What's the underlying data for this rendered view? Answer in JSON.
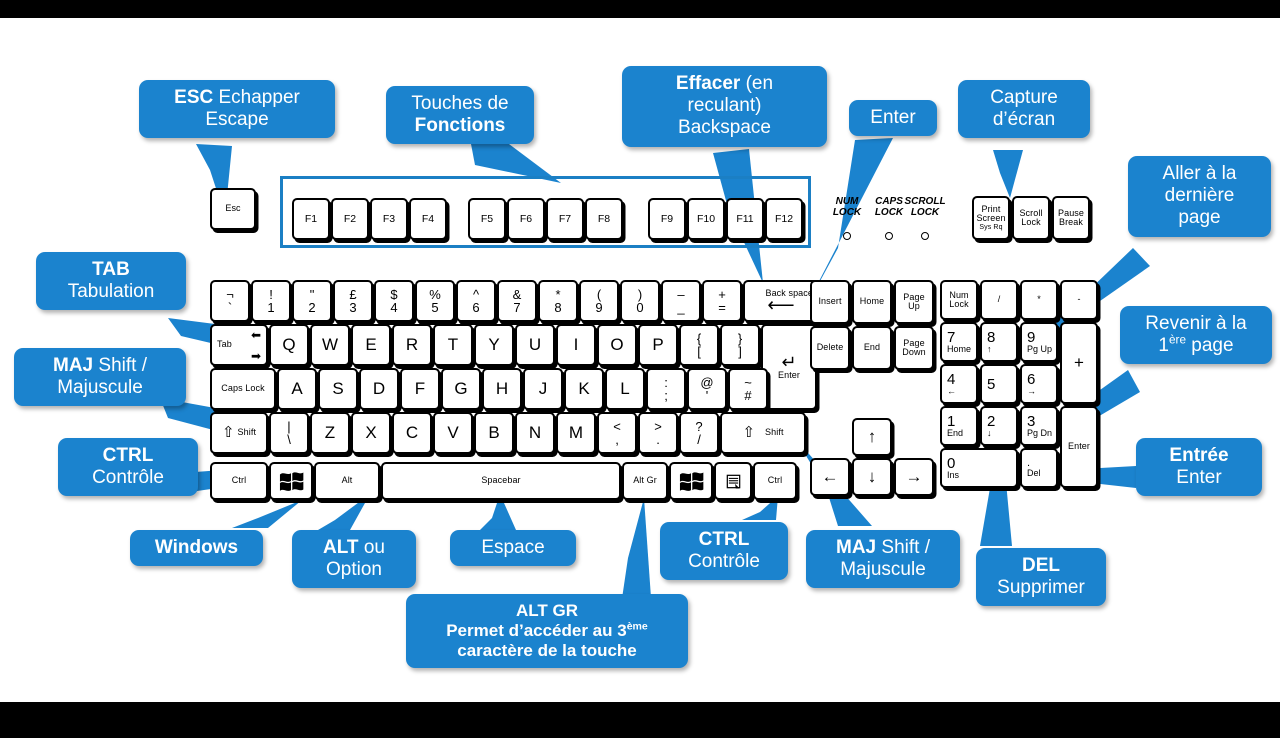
{
  "theme": {
    "accent": "#1b83ce",
    "outline": "#1b7fc4",
    "key_bg": "#ffffff",
    "ink": "#000000"
  },
  "keyboard": {
    "esc": {
      "label": "Esc"
    },
    "function_keys": [
      "F1",
      "F2",
      "F3",
      "F4",
      "F5",
      "F6",
      "F7",
      "F8",
      "F9",
      "F10",
      "F11",
      "F12"
    ],
    "indicator_labels": [
      "NUM LOCK",
      "CAPS LOCK",
      "SCROLL LOCK"
    ],
    "indicator_lines": [
      [
        "NUM",
        "LOCK"
      ],
      [
        "CAPS",
        "LOCK"
      ],
      [
        "SCROLL",
        "LOCK"
      ]
    ],
    "system_keys": [
      {
        "lines": [
          "Print",
          "Screen"
        ],
        "sub": "Sys Rq"
      },
      {
        "lines": [
          "Scroll",
          "Lock"
        ],
        "sub": ""
      },
      {
        "lines": [
          "Pause",
          "Break"
        ],
        "sub": ""
      }
    ],
    "number_row": [
      {
        "upper": "¬",
        "lower": "`"
      },
      {
        "upper": "!",
        "lower": "1"
      },
      {
        "upper": "\"",
        "lower": "2"
      },
      {
        "upper": "£",
        "lower": "3"
      },
      {
        "upper": "$",
        "lower": "4"
      },
      {
        "upper": "%",
        "lower": "5"
      },
      {
        "upper": "^",
        "lower": "6"
      },
      {
        "upper": "&",
        "lower": "7"
      },
      {
        "upper": "*",
        "lower": "8"
      },
      {
        "upper": "(",
        "lower": "9"
      },
      {
        "upper": ")",
        "lower": "0"
      },
      {
        "upper": "–",
        "lower": "_"
      },
      {
        "upper": "+",
        "lower": "="
      }
    ],
    "backspace": {
      "label": "Back space",
      "glyph": "⟵"
    },
    "tab": {
      "label": "Tab",
      "glyph_top": "⬅",
      "glyph_bottom": "➡"
    },
    "qwerty_row": [
      "Q",
      "W",
      "E",
      "R",
      "T",
      "Y",
      "U",
      "I",
      "O",
      "P"
    ],
    "qwerty_brackets": [
      {
        "upper": "{",
        "lower": "["
      },
      {
        "upper": "}",
        "lower": "]"
      }
    ],
    "enter": {
      "glyph": "↵",
      "label": "Enter"
    },
    "caps_lock": {
      "label": "Caps Lock"
    },
    "asdf_row": [
      "A",
      "S",
      "D",
      "F",
      "G",
      "H",
      "J",
      "K",
      "L"
    ],
    "asdf_symbols": [
      {
        "upper": ":",
        "lower": ";"
      },
      {
        "upper": "@",
        "lower": "'"
      },
      {
        "upper": "~",
        "lower": "#"
      }
    ],
    "shift_left": {
      "glyph": "⇧",
      "label": "Shift"
    },
    "backslash": {
      "upper": "|",
      "lower": "\\"
    },
    "zxcv_row": [
      "Z",
      "X",
      "C",
      "V",
      "B",
      "N",
      "M"
    ],
    "zxcv_symbols": [
      {
        "upper": "<",
        "lower": ","
      },
      {
        "upper": ">",
        "lower": "."
      },
      {
        "upper": "?",
        "lower": "/"
      }
    ],
    "shift_right": {
      "glyph": "⇧",
      "label": "Shift"
    },
    "bottom_row": {
      "ctrl_left": "Ctrl",
      "win_left": "windows-logo",
      "alt": "Alt",
      "spacebar": "Spacebar",
      "alt_gr": "Alt Gr",
      "win_right": "windows-logo",
      "menu": "context-menu-icon",
      "ctrl_right": "Ctrl"
    },
    "nav_cluster": [
      [
        "Insert",
        "Home",
        [
          "Page",
          "Up"
        ]
      ],
      [
        "Delete",
        "End",
        [
          "Page",
          "Down"
        ]
      ]
    ],
    "arrow_keys": {
      "up": "↑",
      "left": "←",
      "down": "↓",
      "right": "→"
    },
    "numpad": {
      "row1": [
        {
          "lines": [
            "Num",
            "Lock"
          ]
        },
        {
          "lines": [
            "/"
          ]
        },
        {
          "lines": [
            "*"
          ]
        },
        {
          "lines": [
            "-"
          ]
        }
      ],
      "row2": [
        {
          "n": "7",
          "t": "Home"
        },
        {
          "n": "8",
          "t": "↑"
        },
        {
          "n": "9",
          "t": "Pg Up"
        }
      ],
      "plus": "+",
      "row3": [
        {
          "n": "4",
          "t": "←"
        },
        {
          "n": "5",
          "t": ""
        },
        {
          "n": "6",
          "t": "→"
        }
      ],
      "row4": [
        {
          "n": "1",
          "t": "End"
        },
        {
          "n": "2",
          "t": "↓"
        },
        {
          "n": "3",
          "t": "Pg Dn"
        }
      ],
      "enter": "Enter",
      "row5": [
        {
          "n": "0",
          "t": "Ins"
        },
        {
          "n": ".",
          "t": "Del"
        }
      ]
    }
  },
  "callouts": {
    "esc": {
      "line1_bold": "ESC",
      "line1_rest": " Echapper",
      "line2": "Escape"
    },
    "functions": {
      "line1": "Touches de",
      "line2_bold": "Fonctions"
    },
    "backspace": {
      "line1_bold": "Effacer",
      "line1_rest": " (en",
      "line2": "reculant)",
      "line3": "Backspace"
    },
    "enter_top": {
      "text": "Enter"
    },
    "printscreen": {
      "line1": "Capture",
      "line2": "d’écran"
    },
    "last_page": {
      "line1": "Aller à la",
      "line2": "dernière",
      "line3": "page"
    },
    "first_page": {
      "line1": "Revenir à la",
      "line2_pre": "1",
      "line2_sup": "ère",
      "line2_post": " page"
    },
    "tab": {
      "line1_bold": "TAB",
      "line2": "Tabulation"
    },
    "maj_left": {
      "line1_bold": "MAJ",
      "line1_rest": " Shift /",
      "line2": "Majuscule"
    },
    "ctrl_left": {
      "line1_bold": "CTRL",
      "line2": "Contrôle"
    },
    "entree": {
      "line1_bold": "Entrée",
      "line2": "Enter"
    },
    "windows": {
      "text": "Windows"
    },
    "alt": {
      "line1_bold": "ALT",
      "line1_rest": " ou",
      "line2": "Option"
    },
    "espace": {
      "text": "Espace"
    },
    "alt_gr": {
      "line1_bold": "ALT GR",
      "line2_bold_pre": "Permet d’accéder au 3",
      "line2_sup": "ème",
      "line3_bold": "caractère de la touche"
    },
    "ctrl_right": {
      "line1_bold": "CTRL",
      "line2": "Contrôle"
    },
    "maj_right": {
      "line1_bold": "MAJ",
      "line1_rest": " Shift /",
      "line2": "Majuscule"
    },
    "del": {
      "line1_bold": "DEL",
      "line2": "Supprimer"
    }
  }
}
